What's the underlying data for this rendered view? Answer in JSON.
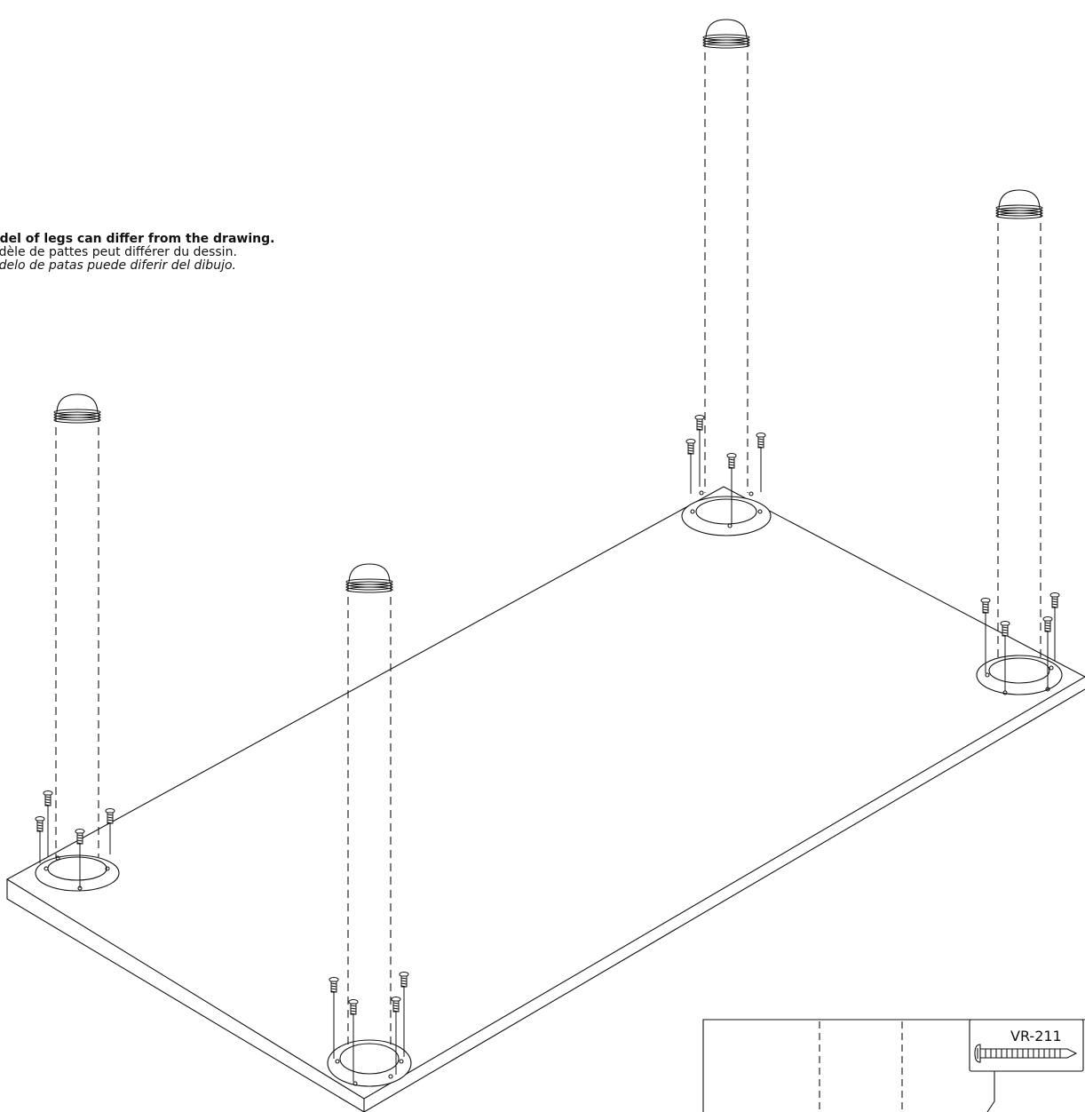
{
  "notes": {
    "en": "odel of legs can differ from the drawing.",
    "fr": "odèle de pattes peut différer du dessin.",
    "es": "odelo de patas puede diferir del dibujo."
  },
  "hardware": {
    "code": "VR-211",
    "icon": "screw-icon"
  },
  "legs": [
    "leg-back-left",
    "leg-back-right",
    "leg-front-left",
    "leg-front-right"
  ]
}
